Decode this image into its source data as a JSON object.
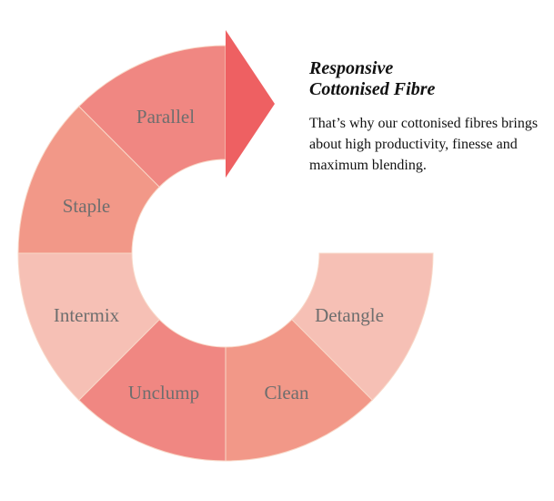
{
  "title": {
    "line1": "Responsive",
    "line2": "Cottonised Fibre"
  },
  "body": "That’s why our cottonised fibres brings about high productivity, finesse and maximum blending.",
  "colors": {
    "dark": "#F08782",
    "medium": "#F29888",
    "light": "#F6C0B5",
    "arrow": "#EE6062",
    "label": "#6E6E6E"
  },
  "cycle": {
    "direction": "clockwise",
    "steps": [
      {
        "label": "Detangle",
        "color": "#F6C0B5"
      },
      {
        "label": "Clean",
        "color": "#F29888"
      },
      {
        "label": "Unclump",
        "color": "#F08782"
      },
      {
        "label": "Intermix",
        "color": "#F6C0B5"
      },
      {
        "label": "Staple",
        "color": "#F29888"
      },
      {
        "label": "Parallel",
        "color": "#F08782"
      }
    ],
    "end": "arrow"
  }
}
